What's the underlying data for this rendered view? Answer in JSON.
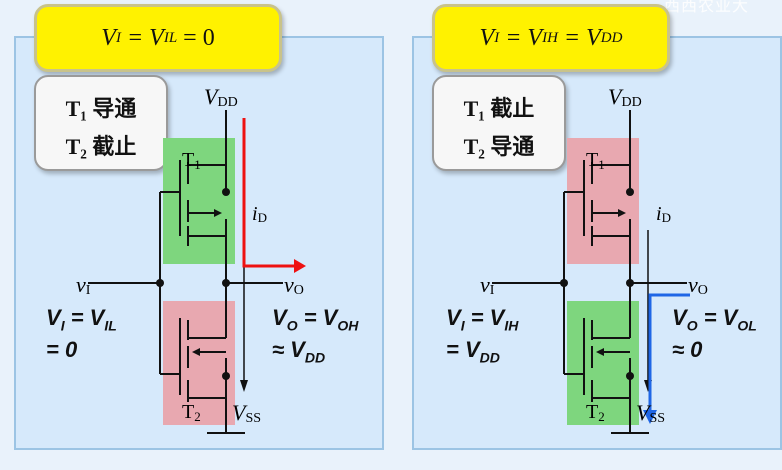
{
  "watermark": "西西农业大",
  "left": {
    "title": {
      "v1": "V",
      "s1": "I",
      "mid": " = ",
      "v2": "V",
      "s2": "IL",
      "tail": " = 0"
    },
    "state": {
      "line1": "T₁ 导通",
      "line2": "T₂ 截止"
    },
    "input_eq": {
      "l1_a": "V",
      "l1_as": "I",
      "l1_b": " = V",
      "l1_bs": "IL",
      "l2": "= 0"
    },
    "output_eq": {
      "l1_a": "V",
      "l1_as": "O",
      "l1_b": " = V",
      "l1_bs": "OH",
      "l2_a": "≈ V",
      "l2_as": "DD"
    },
    "labels": {
      "vdd": "V",
      "vdd_sub": "DD",
      "vss": "V",
      "vss_sub": "SS",
      "vi": "v",
      "vi_sub": "I",
      "vo": "v",
      "vo_sub": "O",
      "id": "i",
      "id_sub": "D",
      "t1": "T",
      "t1_sub": "1",
      "t2": "T",
      "t2_sub": "2"
    },
    "t1_highlight": "#7ed67e",
    "t2_highlight": "#e8a8b0",
    "current_arrow_color": "#ee1111"
  },
  "right": {
    "title": {
      "v1": "V",
      "s1": "I",
      "mid": " = ",
      "v2": "V",
      "s2": "IH",
      "mid2": " = ",
      "v3": "V",
      "s3": "DD"
    },
    "state": {
      "line1": "T₁ 截止",
      "line2": "T₂ 导通"
    },
    "input_eq": {
      "l1_a": "V",
      "l1_as": "I",
      "l1_b": " = V",
      "l1_bs": "IH",
      "l2_a": "= V",
      "l2_as": "DD"
    },
    "output_eq": {
      "l1_a": "V",
      "l1_as": "O",
      "l1_b": " = V",
      "l1_bs": "OL",
      "l2": "≈ 0"
    },
    "labels": {
      "vdd": "V",
      "vdd_sub": "DD",
      "vss": "V",
      "vss_sub": "SS",
      "vi": "v",
      "vi_sub": "I",
      "vo": "v",
      "vo_sub": "O",
      "id": "i",
      "id_sub": "D",
      "t1": "T",
      "t1_sub": "1",
      "t2": "T",
      "t2_sub": "2"
    },
    "t1_highlight": "#e8a8b0",
    "t2_highlight": "#7ed67e",
    "current_arrow_color": "#1f66e6"
  }
}
